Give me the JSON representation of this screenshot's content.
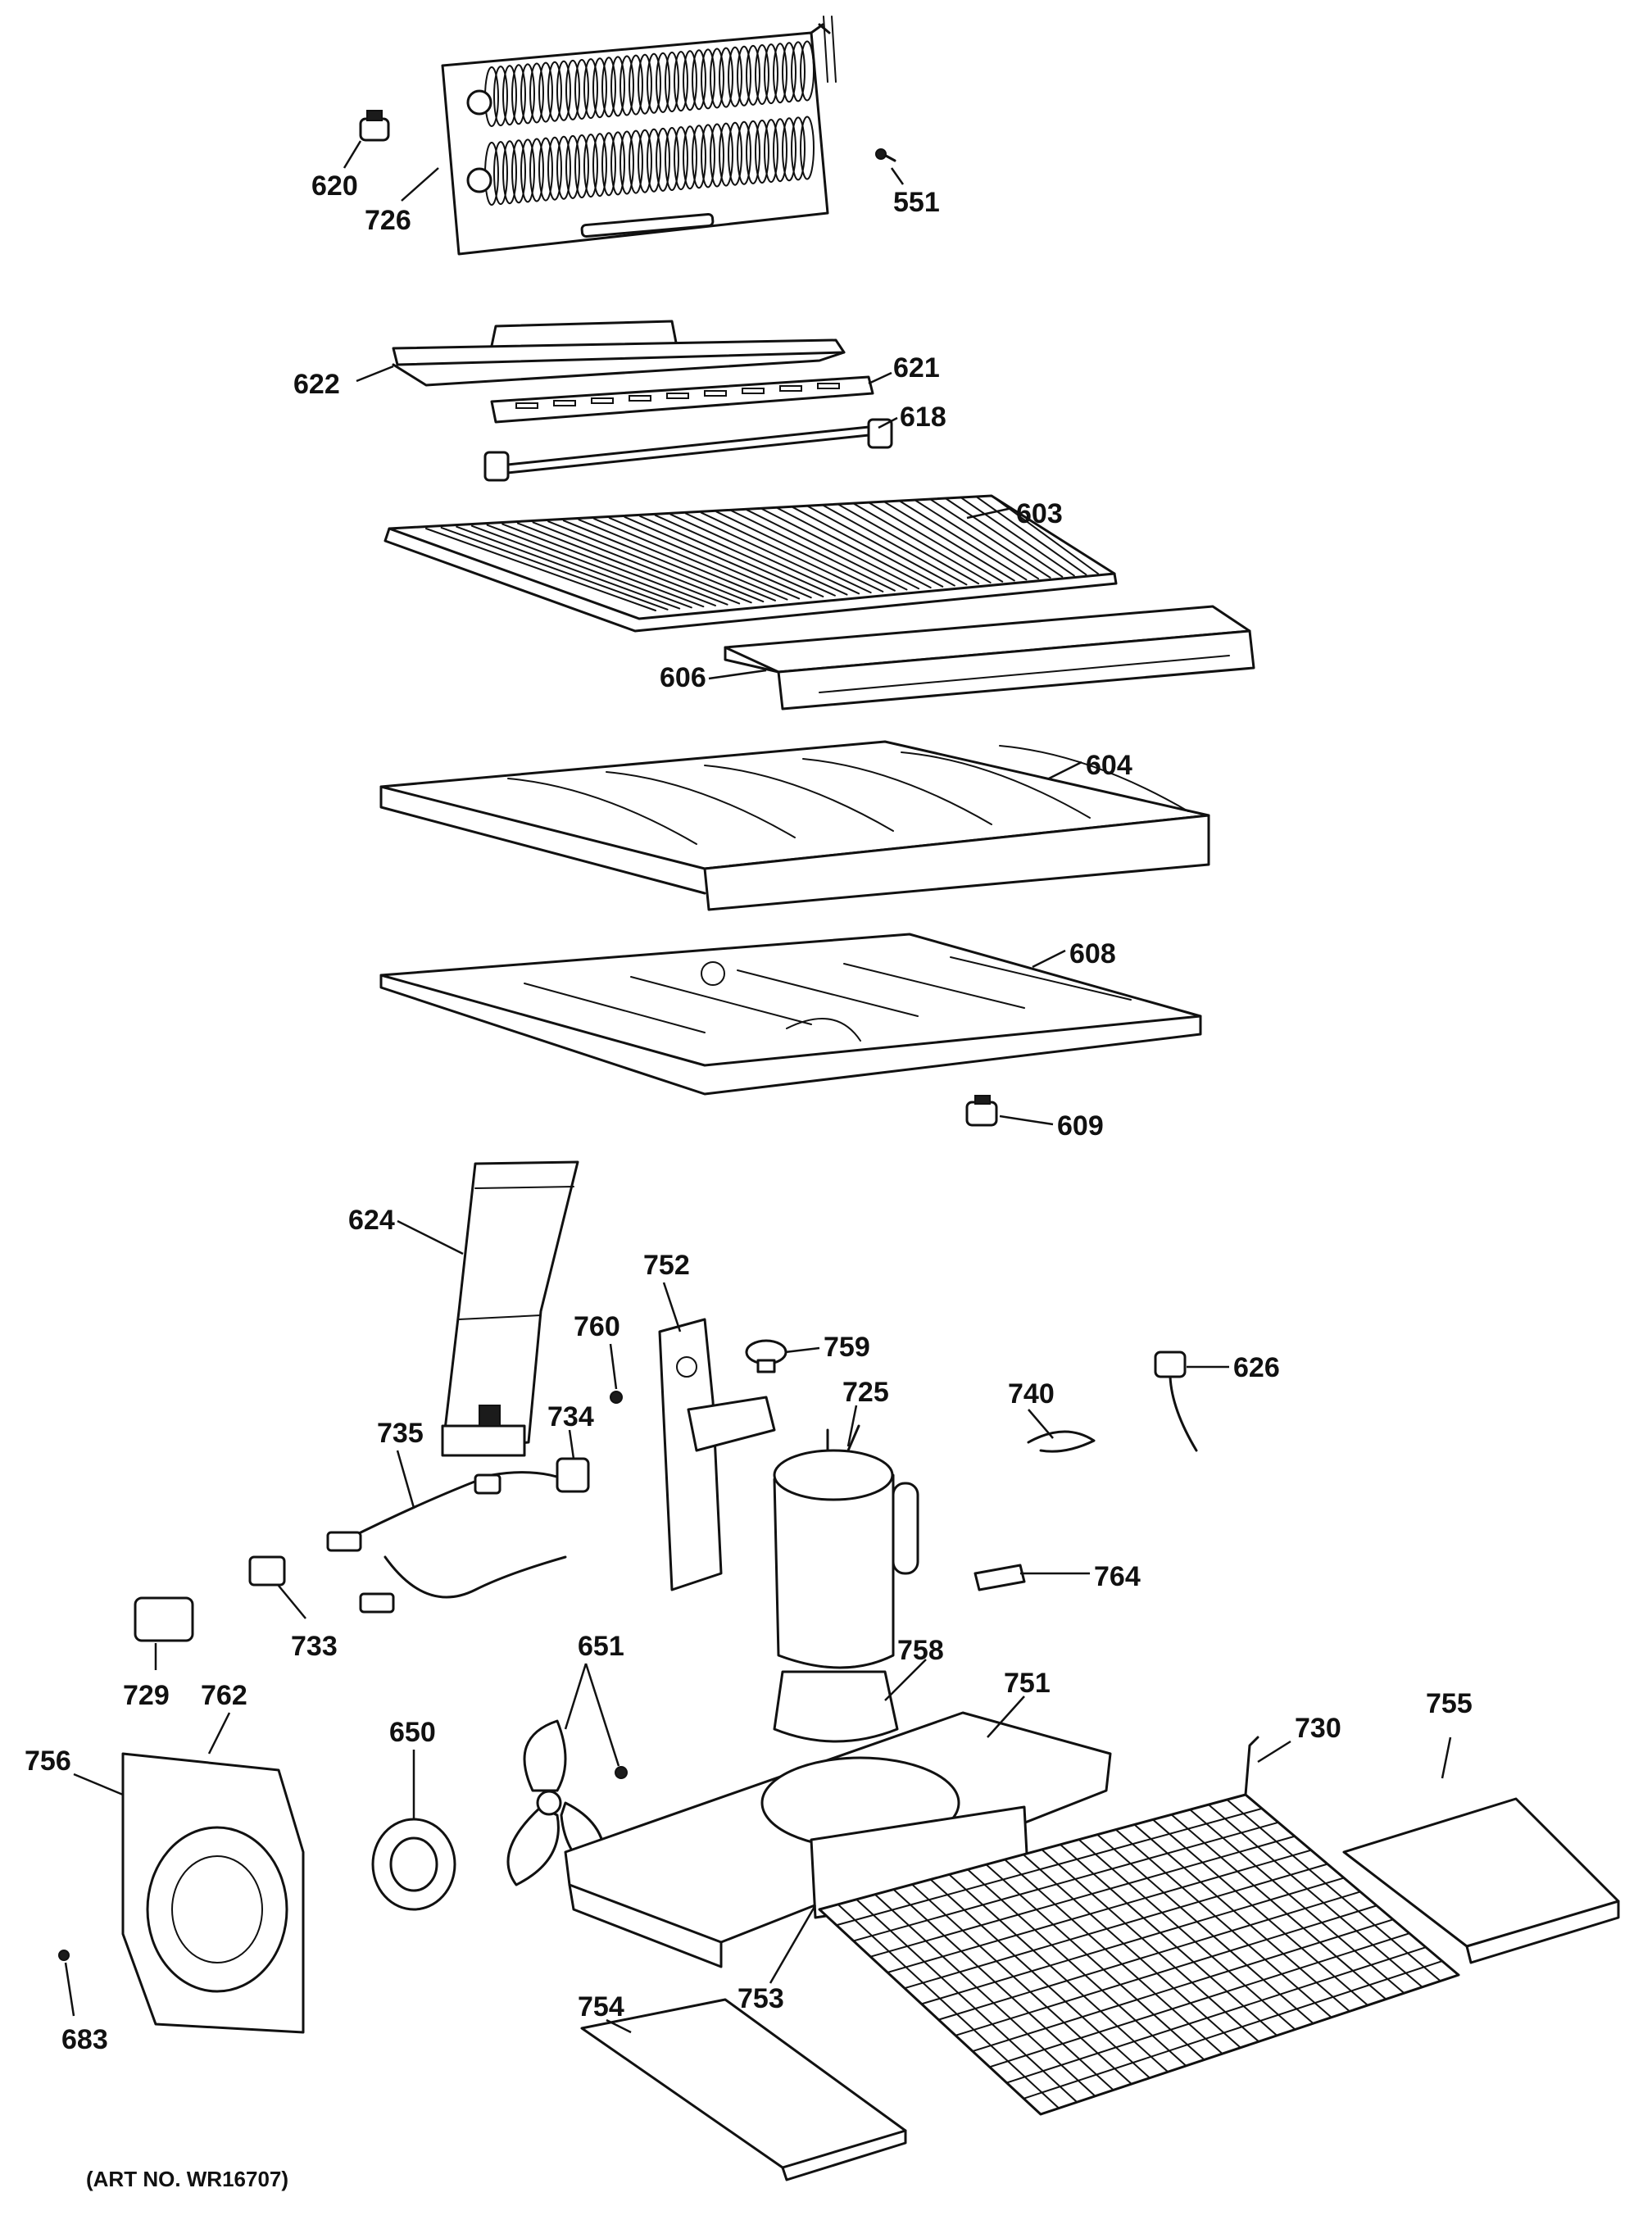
{
  "labels": {
    "p620": "620",
    "p726": "726",
    "p551": "551",
    "p622": "622",
    "p621": "621",
    "p618": "618",
    "p603": "603",
    "p606": "606",
    "p604": "604",
    "p608": "608",
    "p609": "609",
    "p624": "624",
    "p752": "752",
    "p760": "760",
    "p759": "759",
    "p725": "725",
    "p740": "740",
    "p626": "626",
    "p735": "735",
    "p734": "734",
    "p733": "733",
    "p764": "764",
    "p729": "729",
    "p762": "762",
    "p651": "651",
    "p758": "758",
    "p751": "751",
    "p756": "756",
    "p650": "650",
    "p730": "730",
    "p755": "755",
    "p683": "683",
    "p753": "753",
    "p754": "754"
  },
  "art_number": "(ART NO. WR16707)"
}
